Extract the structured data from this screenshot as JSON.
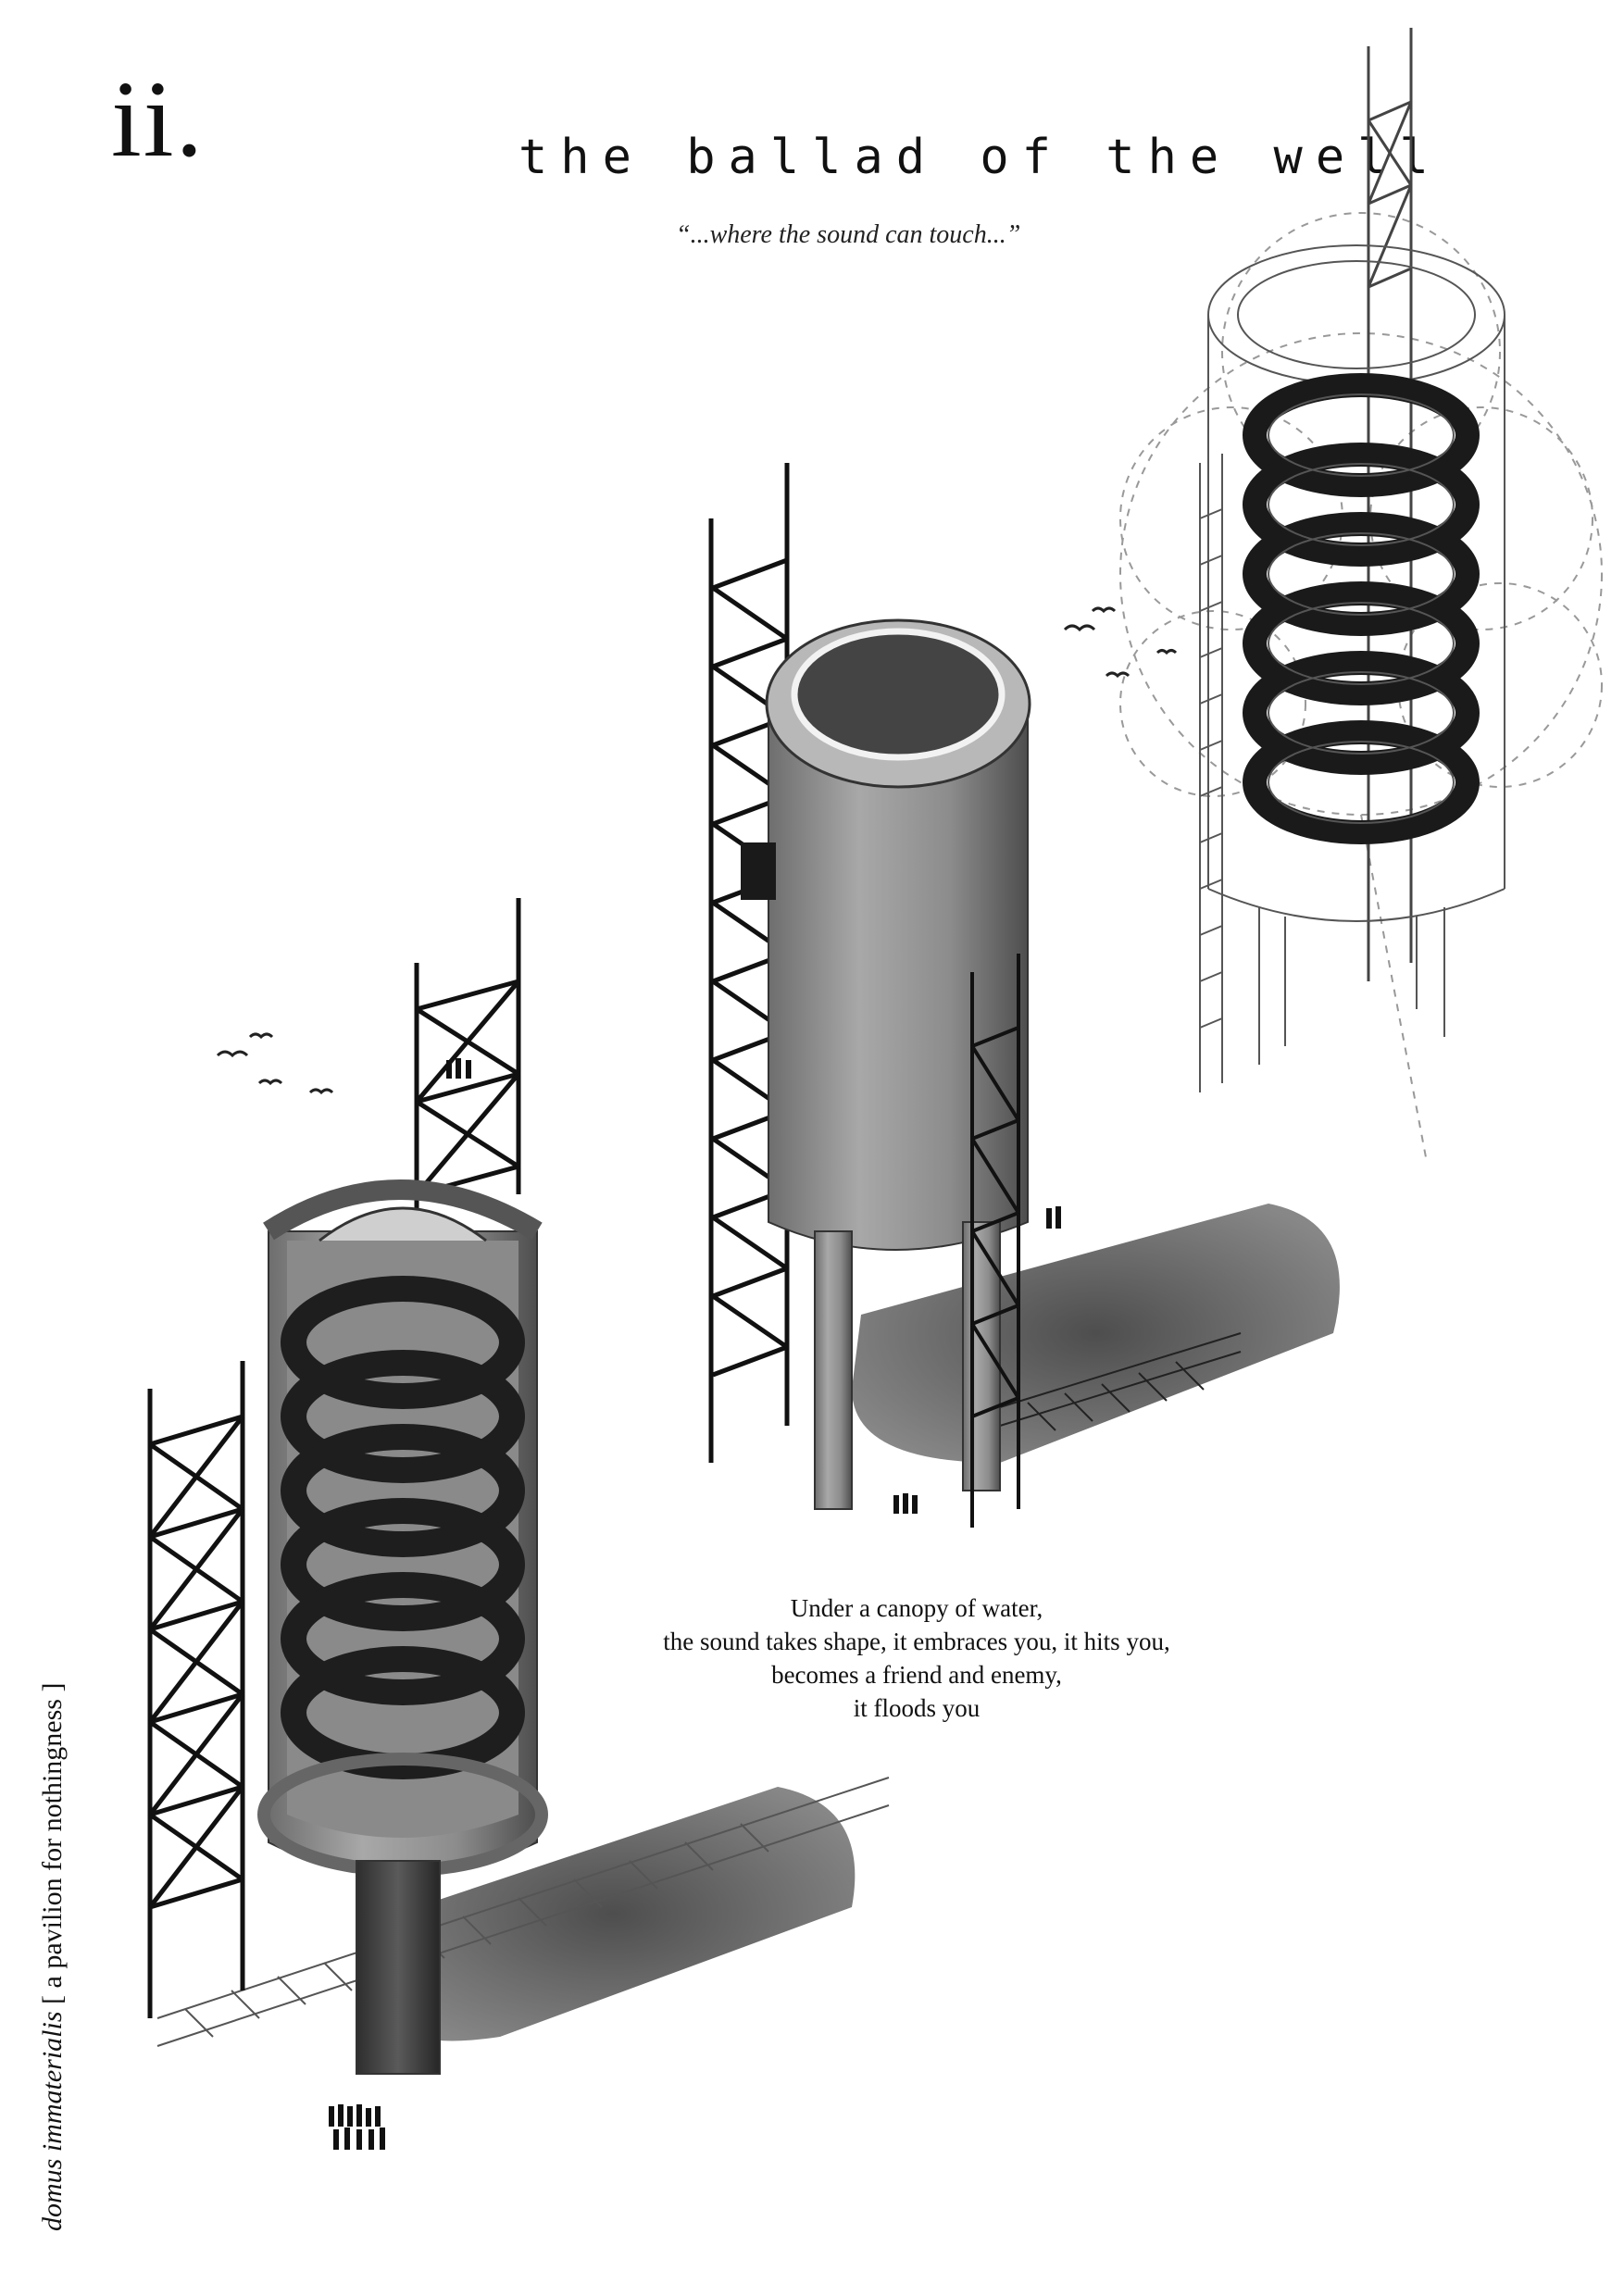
{
  "header": {
    "chapter_number": "ii.",
    "title": "the ballad of the well",
    "subtitle": "“...where the sound can touch...”"
  },
  "poem": {
    "lines": [
      "Under a canopy of water,",
      "the sound takes shape, it embraces you, it hits you,",
      "becomes a friend and enemy,",
      "it floods you"
    ]
  },
  "side_caption": {
    "project_name": "domus immaterialis",
    "descriptor": "[ a pavilion for nothingness ]"
  },
  "colors": {
    "ink": "#111111",
    "concrete_light": "#9a9a9a",
    "concrete_dark": "#3a3a3a",
    "shadow": "#4a4a4a",
    "background": "#ffffff"
  },
  "figures": {
    "left": "sectioned-tower-with-spiral-ramp",
    "center": "concrete-water-tower-with-scaffold",
    "right": "exploded-wireframe-tower-with-rings"
  }
}
